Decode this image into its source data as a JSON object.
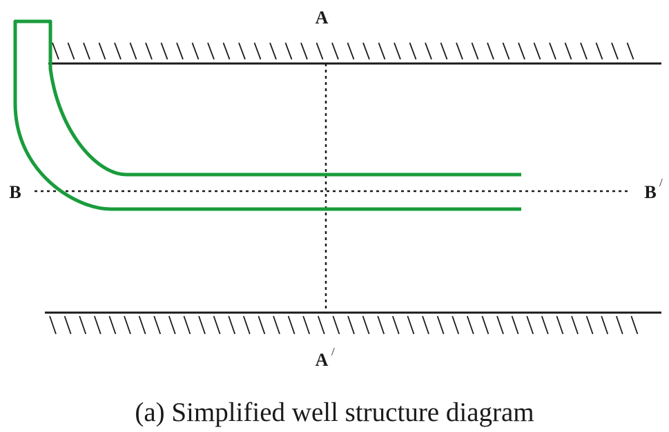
{
  "labels": {
    "a_top": "A",
    "a_bottom": "A",
    "a_bottom_prime": "/",
    "b_left": "B",
    "b_right": "B",
    "b_right_prime": "/"
  },
  "caption": "(a) Simplified well structure diagram",
  "colors": {
    "wellbore": "#1a9c3c",
    "strata": "#1a1a1a",
    "section_line": "#1a1a1a"
  }
}
